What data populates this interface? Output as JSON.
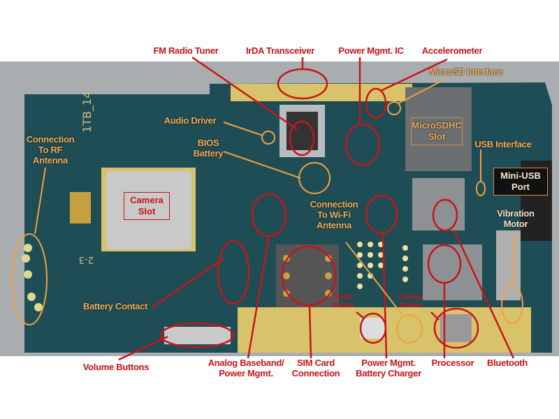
{
  "labels": {
    "fm_radio_tuner": "FM Radio Tuner",
    "irda_transceiver": "IrDA Transceiver",
    "power_mgmt_ic": "Power Mgmt. IC",
    "accelerometer": "Accelerometer",
    "microsd_interface": "MicroSD Interface",
    "audio_driver": "Audio Driver",
    "bios_battery": "BIOS Battery",
    "rf_antenna": "Connection To RF Antenna",
    "microsdhc_slot": "MicroSDHC Slot",
    "usb_interface": "USB Interface",
    "mini_usb_port": "Mini-USB Port",
    "vibration_motor": "Vibration Motor",
    "camera_slot": "Camera Slot",
    "wifi_antenna": "Connection To Wi-Fi Antenna",
    "battery_contact": "Battery Contact",
    "volume_buttons": "Volume Buttons",
    "analog_baseband": "Analog Baseband/ Power Mgmt.",
    "sim_card": "SIM Card Connection",
    "battery_charger": "Power Mgmt. Battery Charger",
    "processor": "Processor",
    "bluetooth": "Bluetooth",
    "media_button": "Media Button",
    "camera_button": "Camera Button"
  },
  "board_markings": {
    "code1": "1TB_14",
    "code2": "2-3"
  },
  "colors": {
    "annotation_red": "#c8141a",
    "annotation_orange": "#f0a040",
    "board": "#1f4d55",
    "gold": "#d9c36a"
  }
}
